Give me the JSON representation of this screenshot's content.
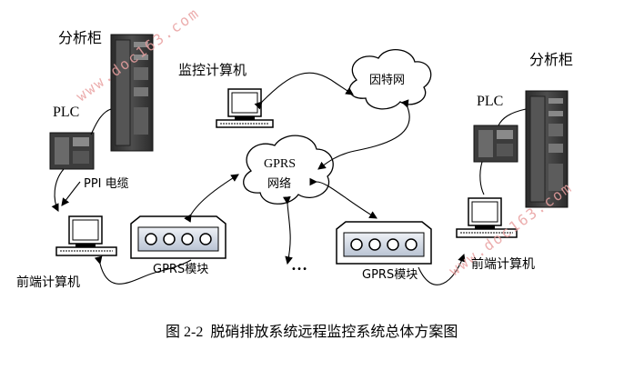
{
  "labels": {
    "cabinet_left": "分析柜",
    "cabinet_right": "分析柜",
    "monitor_pc": "监控计算机",
    "plc_left": "PLC",
    "plc_right": "PLC",
    "internet": "因特网",
    "gprs_net_line1": "GPRS",
    "gprs_net_line2": "网络",
    "ppi_cable": "PPI 电缆",
    "gprs_module_left": "GPRS模块",
    "gprs_module_right": "GPRS模块",
    "ellipsis": "…",
    "front_pc_left": "前端计算机",
    "front_pc_right": "前端计算机"
  },
  "caption": "图 2-2  脱硝排放系统远程监控系统总体方案图",
  "watermark": "www.doc163.com",
  "colors": {
    "line": "#000000",
    "cabinet_dark": "#3a3a3a",
    "module_face": "#cfd7e3",
    "watermark": "#e9a0a0"
  }
}
